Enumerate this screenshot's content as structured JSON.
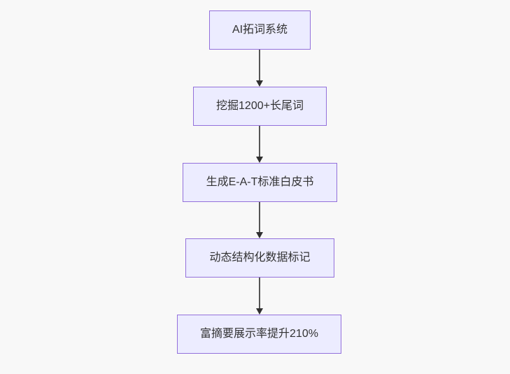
{
  "diagram": {
    "type": "flowchart-top-down",
    "nodes": [
      {
        "id": "A",
        "label": "AI拓词系统"
      },
      {
        "id": "B",
        "label": "挖掘1200+长尾词"
      },
      {
        "id": "C",
        "label": "生成E-A-T标准白皮书"
      },
      {
        "id": "D",
        "label": "动态结构化数据标记"
      },
      {
        "id": "E",
        "label": "富摘要展示率提升210%"
      }
    ],
    "edges": [
      {
        "from": "A",
        "to": "B"
      },
      {
        "from": "B",
        "to": "C"
      },
      {
        "from": "C",
        "to": "D"
      },
      {
        "from": "D",
        "to": "E"
      }
    ]
  },
  "colors": {
    "page-bg": "#f8f8f8",
    "node-fill": "#ececff",
    "node-border": "#9370db",
    "node-text": "#333333",
    "edge-line": "#555555",
    "arrow-head": "#2f2f2f"
  }
}
